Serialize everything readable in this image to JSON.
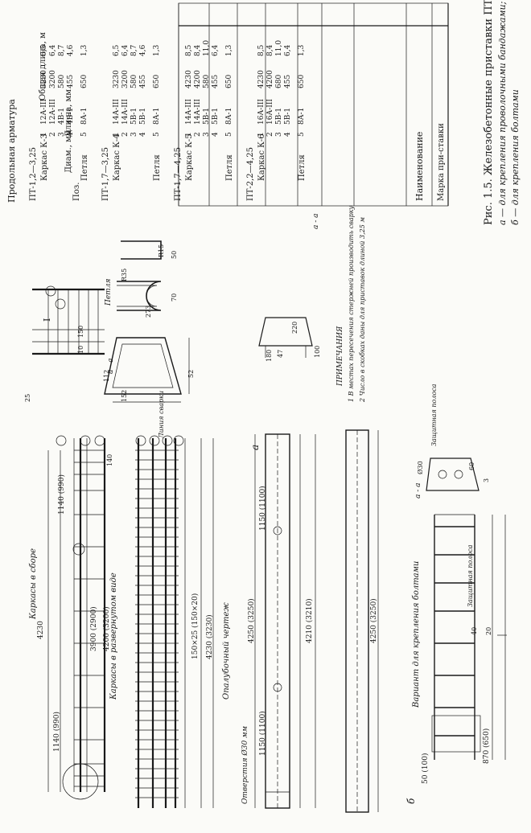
{
  "figure": {
    "title": "Рис. 1.5. Железобетонные приставки ПТ-1,7 и ПТ-2,2:",
    "caption_a": "а — для крепления проволочными бандажами;",
    "caption_b": "б — для крепления болтами"
  },
  "table": {
    "headers": {
      "mark": "Марка при-ставки",
      "name": "Наименование",
      "long": "Продольная арматура",
      "pos": "Поз.",
      "diam": "Диам., мм",
      "len": "Дли-на, мм",
      "total": "Общая длина, м"
    },
    "groups": [
      {
        "mark": "ПТ-1,2—3,25",
        "name": "Каркас К-3",
        "pos": [
          "1",
          "2",
          "3",
          "4"
        ],
        "diam": [
          "12А-III",
          "12А-III",
          "4В-1",
          "4В-1"
        ],
        "len": [
          "3230",
          "3200",
          "580",
          "455"
        ],
        "total": [
          "6,5",
          "6,4",
          "8,7",
          "4,6"
        ],
        "loop": {
          "name": "Петля",
          "pos": "5",
          "diam": "8А-1",
          "len": "650",
          "total": "1,3"
        }
      },
      {
        "mark": "ПТ-1,7—3,25",
        "name": "Каркас К-4",
        "pos": [
          "1",
          "2",
          "3",
          "4"
        ],
        "diam": [
          "14А-III",
          "14А-III",
          "5В-1",
          "5В-1"
        ],
        "len": [
          "3230",
          "3200",
          "580",
          "455"
        ],
        "total": [
          "6,5",
          "6,4",
          "8,7",
          "4,6"
        ],
        "loop": {
          "name": "Петля",
          "pos": "5",
          "diam": "8А-1",
          "len": "650",
          "total": "1,3"
        }
      },
      {
        "mark": "ПТ-1,7—4,25",
        "name": "Каркас К-5",
        "pos": [
          "1",
          "2",
          "3",
          "4"
        ],
        "diam": [
          "14А-III",
          "14А-III",
          "5В-1",
          "5В-1"
        ],
        "len": [
          "4230",
          "4200",
          "580",
          "455"
        ],
        "total": [
          "8,5",
          "8,4",
          "11,0",
          "6,4"
        ],
        "loop": {
          "name": "Петля",
          "pos": "5",
          "diam": "8А-1",
          "len": "650",
          "total": "1,3"
        }
      },
      {
        "mark": "ПТ-2,2—4,25",
        "name": "Каркас К-6",
        "pos": [
          "1",
          "2",
          "3",
          "4"
        ],
        "diam": [
          "16А-III",
          "16А-III",
          "5В-1",
          "5В-1"
        ],
        "len": [
          "4230",
          "4200",
          "680",
          "455"
        ],
        "total": [
          "8,5",
          "8,4",
          "11,0",
          "6,4"
        ],
        "loop": {
          "name": "Петля",
          "pos": "5",
          "diam": "8А-1",
          "len": "650",
          "total": "1,3"
        }
      }
    ]
  },
  "notes": {
    "heading": "ПРИМЕЧАНИЯ",
    "note1": "1 В местах пересечения стержней производить сварку",
    "note2": "2 Число в скобках даны для приставок длиной 3,25 м"
  },
  "labels": {
    "cages_assembled": "Каркасы в сборе",
    "cages_unfolded": "Каркасы в развернутом виде",
    "formwork": "Опалубочный чертеж",
    "bolt_variant": "Вариант для крепления болтами",
    "hole": "Отверстия Ø30 мм",
    "section": "а - а",
    "section_I": "I",
    "loop": "Петля",
    "weld_line": "Линия сварки",
    "protective_strip": "Защитная полоса",
    "mark_a": "а",
    "mark_b": "б",
    "dim_4230": "4230",
    "dim_1140": "1140 (990)",
    "dim_1140b": "1140 (990)",
    "dim_3900": "3900 (2900)",
    "dim_4200": "4200 (3200)",
    "dim_150x25": "150×25 (150×20)",
    "dim_4230b": "4230 (3230)",
    "dim_4250": "4250 (3250)",
    "dim_1150a": "1150 (1100)",
    "dim_1150b": "1150 (1100)",
    "dim_4210": "4210 (3210)",
    "dim_4250b": "4250 (3250)",
    "dim_870": "870 (650)",
    "dim_50": "50 (100)",
    "dim_140": "140",
    "dim_152": "152",
    "dim_273": "273",
    "dim_220": "220",
    "dim_180": "180",
    "dim_112": "112",
    "dim_52": "52",
    "dim_47": "47",
    "dim_100": "100",
    "dim_70": "70",
    "dim_50b": "50",
    "dim_40": "40",
    "dim_20": "20",
    "dim_60": "60",
    "dim_R35": "R35",
    "dim_R15": "R15",
    "dim_phi30": "Ø30",
    "dim_25": "25",
    "dim_10": "10",
    "dim_150": "150",
    "dim_3": "3"
  }
}
